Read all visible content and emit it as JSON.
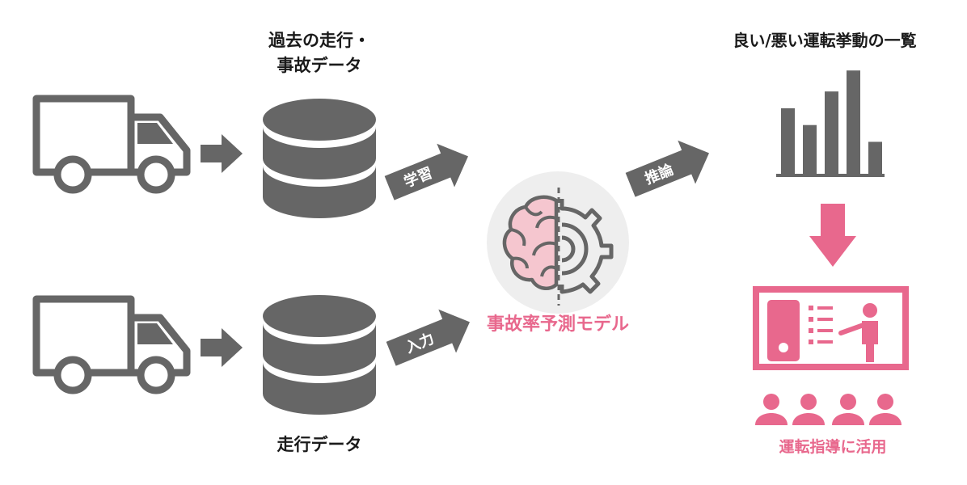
{
  "labels": {
    "past_data_line1": "過去の走行・",
    "past_data_line2": "事故データ",
    "run_data": "走行データ",
    "model": "事故率予測モデル",
    "list": "良い/悪い運転挙動の一覧",
    "use": "運転指導に活用"
  },
  "arrows": {
    "learn": "学習",
    "input": "入力",
    "infer": "推論"
  },
  "chart_data": {
    "type": "bar",
    "categories": [
      "1",
      "2",
      "3",
      "4",
      "5"
    ],
    "values": [
      80,
      60,
      100,
      125,
      40
    ],
    "ylim": [
      0,
      130
    ]
  },
  "colors": {
    "gray": "#666666",
    "pink": "#e8688d",
    "brain_fill": "#f5c6cf",
    "circle_bg": "#eeeeee"
  },
  "icons": {
    "truck": "truck-icon",
    "database": "database-icon",
    "brain_gear": "brain-gear-icon",
    "presentation": "presentation-icon",
    "audience": "audience-icon"
  }
}
